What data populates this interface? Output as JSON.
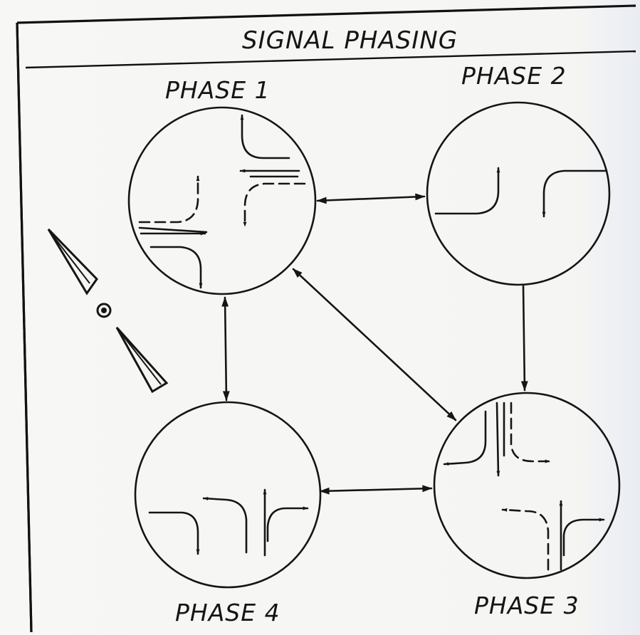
{
  "title": "SIGNAL PHASING",
  "phases": [
    {
      "id": "phase-1",
      "label": "PHASE 1"
    },
    {
      "id": "phase-2",
      "label": "PHASE 2"
    },
    {
      "id": "phase-3",
      "label": "PHASE 3"
    },
    {
      "id": "phase-4",
      "label": "PHASE 4"
    }
  ],
  "colors": {
    "ink": "#151515",
    "paper": "#f4f4f2"
  }
}
